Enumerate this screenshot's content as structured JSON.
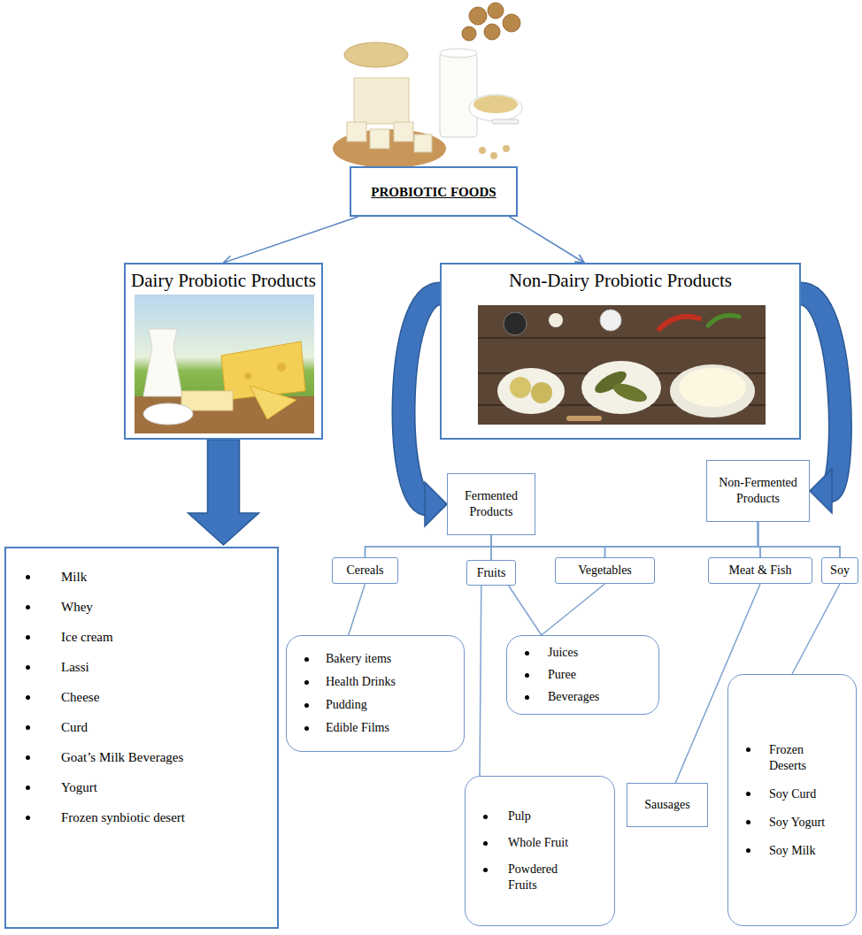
{
  "diagram": {
    "nodes": [
      {
        "text": [
          "PROBIOTIC FOODS"
        ]
      },
      {
        "text": [
          "Dairy Probiotic Products"
        ]
      },
      {
        "text": [
          "Non-Dairy Probiotic Products"
        ]
      },
      {
        "text": [
          "Milk",
          "Whey",
          "Ice cream",
          "Lassi",
          "Cheese",
          "Curd",
          "Goat’s Milk Beverages",
          "Yogurt",
          "Frozen synbiotic desert"
        ]
      },
      {
        "text": [
          "Fermented Products"
        ]
      },
      {
        "text": [
          "Non-Fermented Products"
        ]
      },
      {
        "text": [
          "Cereals"
        ]
      },
      {
        "text": [
          "Fruits"
        ]
      },
      {
        "text": [
          "Vegetables"
        ]
      },
      {
        "text": [
          "Meat & Fish"
        ]
      },
      {
        "text": [
          "Soy"
        ]
      },
      {
        "text": [
          "Bakery items",
          "Health Drinks",
          "Pudding",
          "Edible Films"
        ]
      },
      {
        "text": [
          "Juices",
          "Puree",
          "Beverages"
        ]
      },
      {
        "text": [
          "Pulp",
          "Whole Fruit",
          "Powdered Fruits"
        ]
      },
      {
        "text": [
          "Sausages"
        ]
      },
      {
        "text": [
          "Frozen Deserts",
          "Soy Curd",
          "Soy Yogurt",
          "Soy Milk"
        ]
      }
    ],
    "edges": [
      {
        "from": 0,
        "to": 1,
        "arrow": "to"
      },
      {
        "from": 0,
        "to": 2,
        "arrow": "to"
      },
      {
        "from": 1,
        "to": 3,
        "arrow": "to"
      },
      {
        "from": 2,
        "to": 4,
        "arrow": "to"
      },
      {
        "from": 2,
        "to": 5,
        "arrow": "to"
      },
      {
        "from": 4,
        "to": 6,
        "arrow": "none"
      },
      {
        "from": 4,
        "to": 7,
        "arrow": "none"
      },
      {
        "from": 4,
        "to": 8,
        "arrow": "none"
      },
      {
        "from": 4,
        "to": 9,
        "arrow": "none"
      },
      {
        "from": 4,
        "to": 10,
        "arrow": "none"
      },
      {
        "from": 5,
        "to": 6,
        "arrow": "none"
      },
      {
        "from": 5,
        "to": 7,
        "arrow": "none"
      },
      {
        "from": 5,
        "to": 8,
        "arrow": "none"
      },
      {
        "from": 5,
        "to": 9,
        "arrow": "none"
      },
      {
        "from": 5,
        "to": 10,
        "arrow": "none"
      },
      {
        "from": 6,
        "to": 11,
        "arrow": "none"
      },
      {
        "from": 7,
        "to": 12,
        "arrow": "none"
      },
      {
        "from": 8,
        "to": 12,
        "arrow": "none"
      },
      {
        "from": 7,
        "to": 13,
        "arrow": "none"
      },
      {
        "from": 9,
        "to": 14,
        "arrow": "none"
      },
      {
        "from": 10,
        "to": 15,
        "arrow": "none"
      }
    ]
  }
}
